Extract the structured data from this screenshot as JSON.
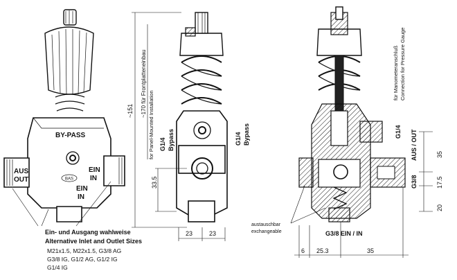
{
  "perspective": {
    "bypass": "BY-PASS",
    "aus": "AUS",
    "out": "OUT",
    "ein": "EIN",
    "in": "IN",
    "logo": "BAS"
  },
  "notes": {
    "de": "Ein- und Ausgang wahlweise",
    "en": "Alternative Inlet and Outlet Sizes",
    "sizes": [
      "M21x1.5, M22x1.5, G3/8 AG",
      "G3/8 IG, G1/2 AG, G1/2 IG",
      "G1/4 IG"
    ]
  },
  "side": {
    "g14": "G1/4",
    "bypass": "Bypass",
    "dim_total": "~151",
    "dim_panel": "~170 für Frontplatteneinbau",
    "panel_en": "for Panel-Mounted Installation",
    "dim_335": "33.5",
    "dim_23": "23"
  },
  "section": {
    "gauge_de": "für Manometeranschluß",
    "gauge_en": "Connection for Pressure Gauge",
    "g14": "G1/4",
    "aus_out": "AUS / OUT",
    "g38": "G3/8",
    "bottom_label": "G3/8  EIN / IN",
    "exch_de": "austauschbar",
    "exch_en": "exchangeable",
    "dim_35": "35",
    "dim_175": "17.5",
    "dim_20": "20",
    "dim_6": "6",
    "dim_253": "25.3"
  }
}
